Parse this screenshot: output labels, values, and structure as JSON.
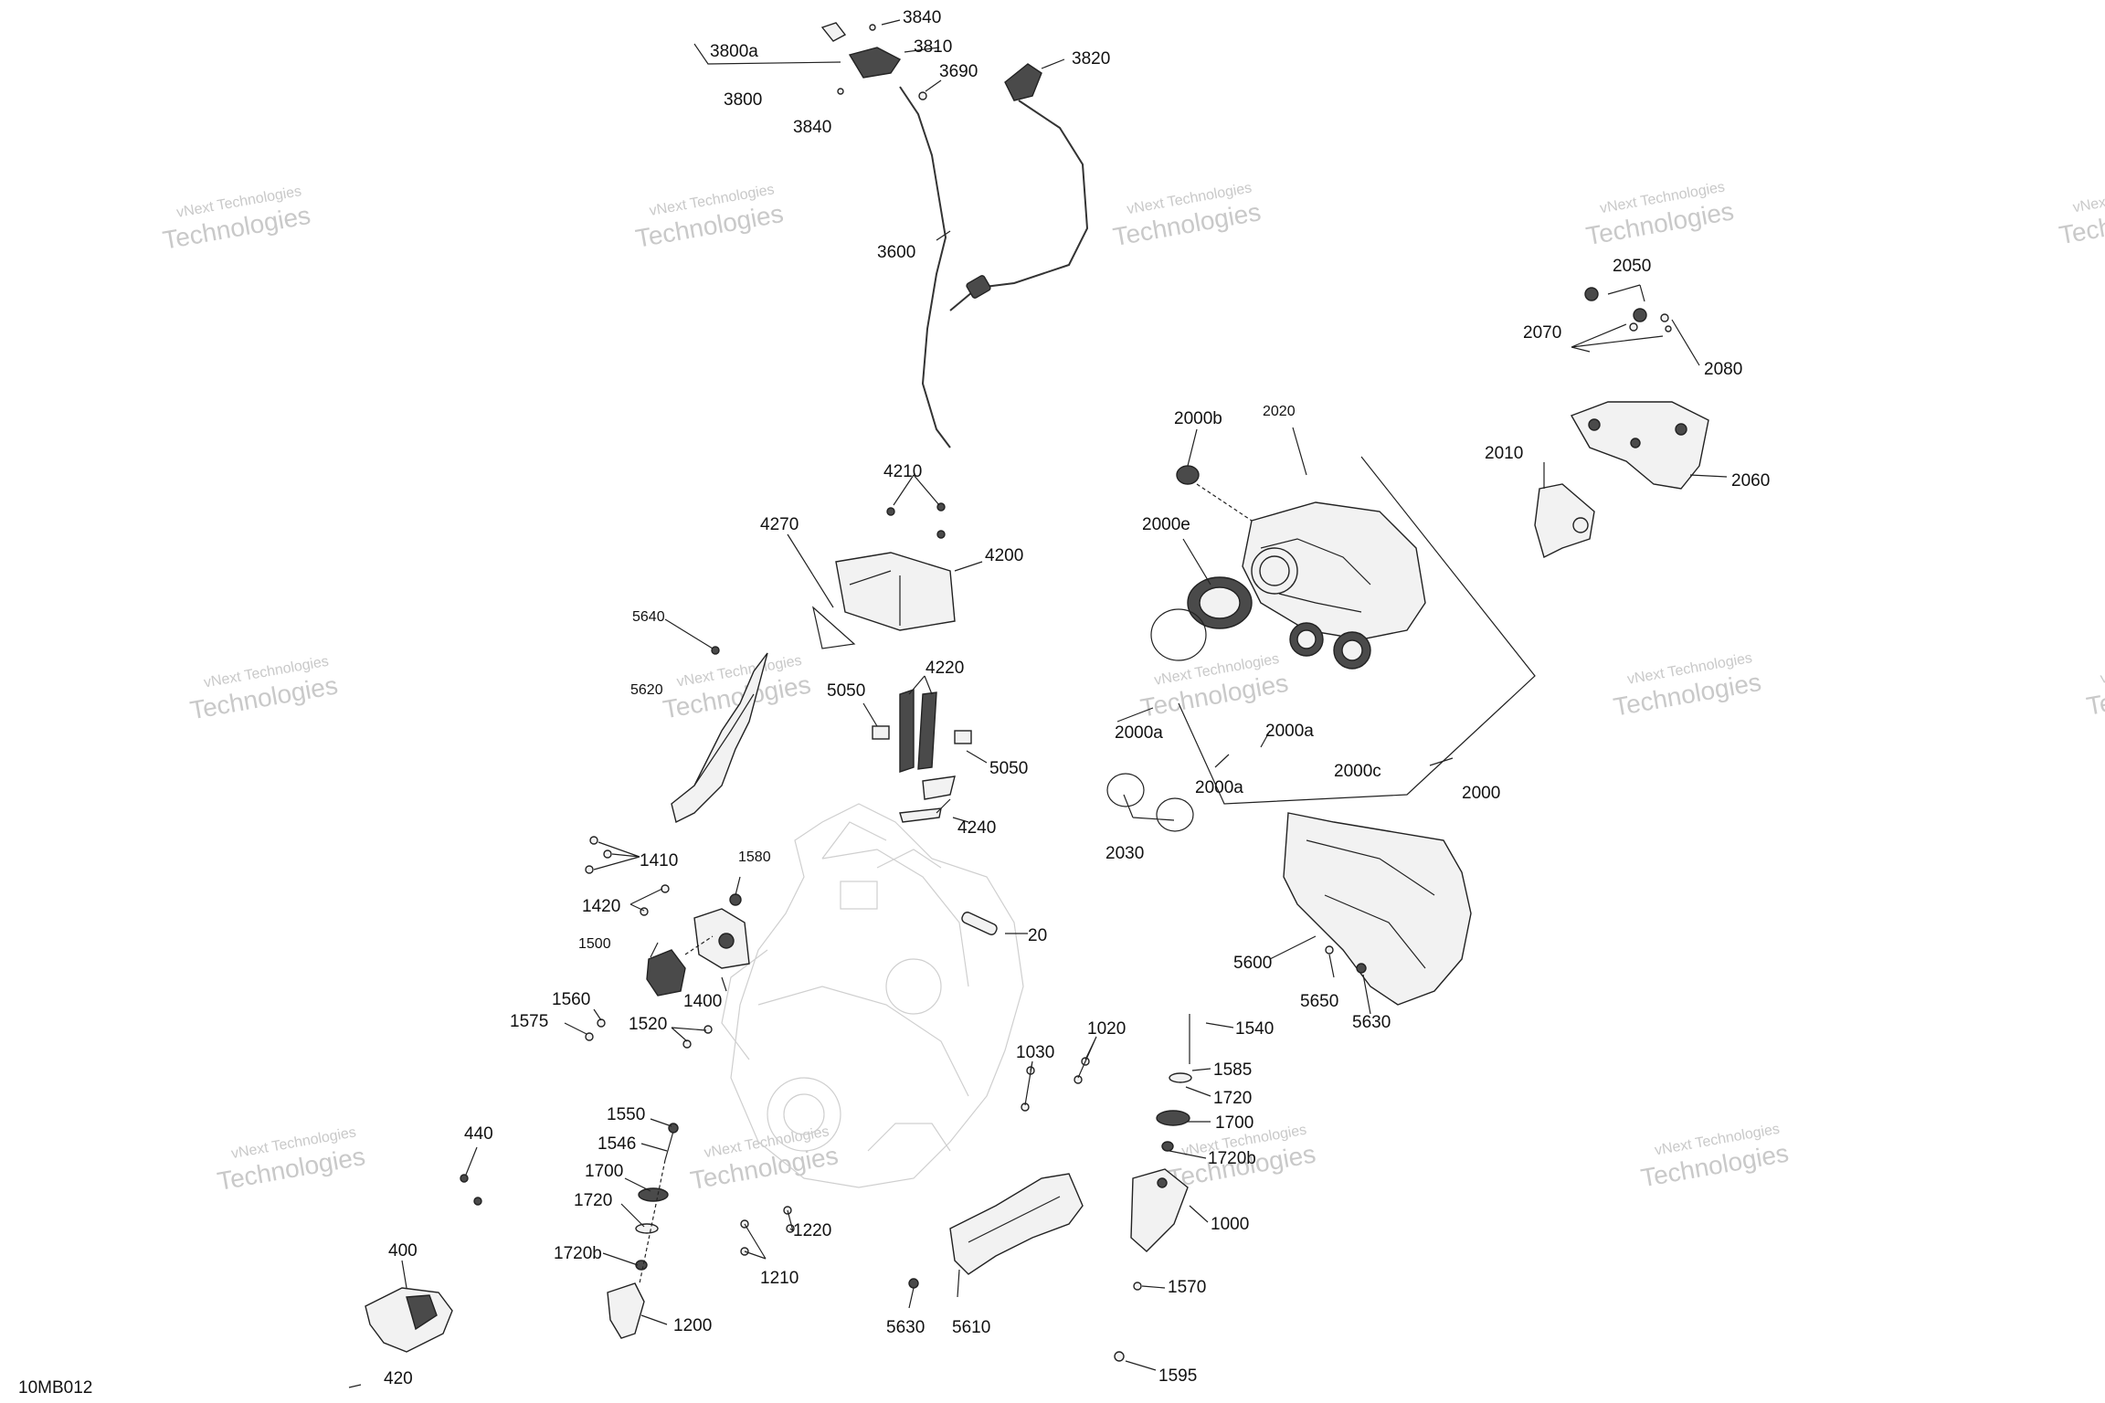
{
  "diagram": {
    "code": "10MB012",
    "watermark": {
      "line1": "vNext Technologies",
      "line2": "Technologies"
    },
    "labels": {
      "l3840a": "3840",
      "l3810": "3810",
      "l3800a": "3800a",
      "l3690": "3690",
      "l3820": "3820",
      "l3800": "3800",
      "l3840b": "3840",
      "l3600": "3600",
      "l2050": "2050",
      "l2070": "2070",
      "l2080": "2080",
      "l2000b": "2000b",
      "l2020": "2020",
      "l2010": "2010",
      "l2060": "2060",
      "l4210": "4210",
      "l4270": "4270",
      "l2000e": "2000e",
      "l4200": "4200",
      "l5640": "5640",
      "l4220": "4220",
      "l5050a": "5050",
      "l5620": "5620",
      "l2000a_1": "2000a",
      "l2000a_2": "2000a",
      "l5050b": "5050",
      "l2000c": "2000c",
      "l2000a_3": "2000a",
      "l2000": "2000",
      "l4240": "4240",
      "l2030": "2030",
      "l1410": "1410",
      "l1580": "1580",
      "l1420": "1420",
      "l20": "20",
      "l1500": "1500",
      "l5600": "5600",
      "l1400": "1400",
      "l5650": "5650",
      "l5630a": "5630",
      "l1560": "1560",
      "l1575": "1575",
      "l1520": "1520",
      "l1540": "1540",
      "l1020": "1020",
      "l1030": "1030",
      "l1585": "1585",
      "l1720a": "1720",
      "l1550": "1550",
      "l1700a": "1700",
      "l1546": "1546",
      "l440": "440",
      "l1720b_1": "1720b",
      "l1700b": "1700",
      "l1000": "1000",
      "l1720b": "1720",
      "l1220": "1220",
      "l400": "400",
      "l1720b_2": "1720b",
      "l1210": "1210",
      "l1570": "1570",
      "l1200": "1200",
      "l5630b": "5630",
      "l5610": "5610",
      "l420": "420",
      "l1595": "1595"
    }
  }
}
